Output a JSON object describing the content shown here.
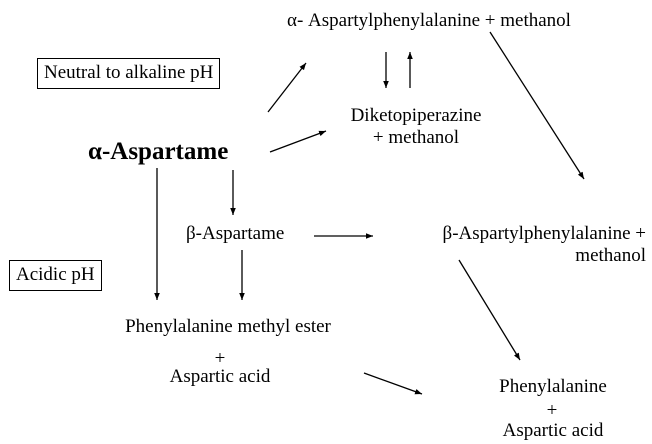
{
  "conditions": {
    "neutral_alkaline": "Neutral to alkaline pH",
    "acidic": "Acidic pH"
  },
  "compounds": {
    "alpha_aspartame": "α-Aspartame",
    "alpha_aspartylphenylalanine": "α- Aspartylphenylalanine + methanol",
    "diketopiperazine_line1": "Diketopiperazine",
    "diketopiperazine_line2": "+ methanol",
    "beta_aspartame": "β-Aspartame",
    "beta_aspartylphenylalanine_line1": "β-Aspartylphenylalanine +",
    "beta_aspartylphenylalanine_line2": "methanol",
    "phe_methyl_ester_line1": "Phenylalanine methyl ester",
    "phe_methyl_ester_plus": "+",
    "phe_methyl_ester_line2": "Aspartic acid",
    "phenylalanine_line1": "Phenylalanine",
    "phenylalanine_plus": "+",
    "phenylalanine_line2": "Aspartic acid"
  },
  "colors": {
    "text": "#000000",
    "background": "#ffffff",
    "arrow": "#000000"
  }
}
